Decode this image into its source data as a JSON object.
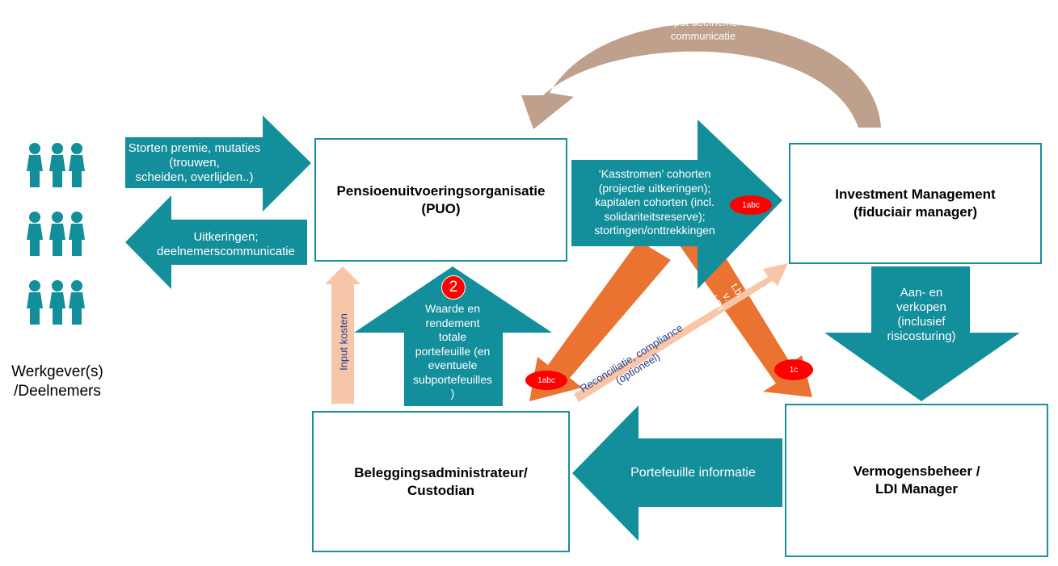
{
  "actors": {
    "werkgever": [
      "Werkgever(s)",
      "/Deelnemers"
    ]
  },
  "boxes": {
    "puo": [
      "Pensioenuitvoeringsorganisatie",
      "(PUO)"
    ],
    "im": [
      "Investment Management",
      "(fiduciair manager)"
    ],
    "admin": [
      "Beleggingsadministrateur/",
      "Custodian"
    ],
    "vb": [
      "Vermogensbeheer /",
      "LDI Manager"
    ]
  },
  "arrows": {
    "storten": [
      "Storten premie, mutaties",
      "(trouwen,",
      "scheiden, overlijden..)"
    ],
    "uitkeringen": [
      "Uitkeringen;",
      "deelnemerscommunicatie"
    ],
    "kasstromen": [
      "‘Kasstromen’ cohorten",
      "(projectie uitkeringen);",
      "kapitalen cohorten (incl.",
      "solidariteitsreserve);",
      "stortingen/onttrekkingen"
    ],
    "input_deelnemer": [
      "Input deelnemer",
      "communicatie"
    ],
    "aan_verkopen": [
      "Aan- en",
      "verkopen",
      "(inclusief",
      "risicosturing)"
    ],
    "waarde": [
      "Waarde en",
      "rendement",
      "totale",
      "portefeuille (en",
      "eventuele",
      "subportefeuilles",
      ")"
    ],
    "input_kosten": "Input kosten",
    "portefeuille_info": "Portefeuille informatie",
    "reconciliatie": [
      "Reconciliatie, compliance",
      "(optioneel)"
    ],
    "tbv_ldi": [
      "t.b.",
      "v.",
      "LDI"
    ]
  },
  "badges": {
    "b2": "2",
    "b1abc_top": "1abc",
    "b1abc_left": "1abc",
    "b1c": "1c"
  },
  "colors": {
    "teal": "#138e9b",
    "orange": "#ea7332",
    "peach": "#f7c5a8",
    "brown": "#bfa08d",
    "red": "#ff0000"
  }
}
